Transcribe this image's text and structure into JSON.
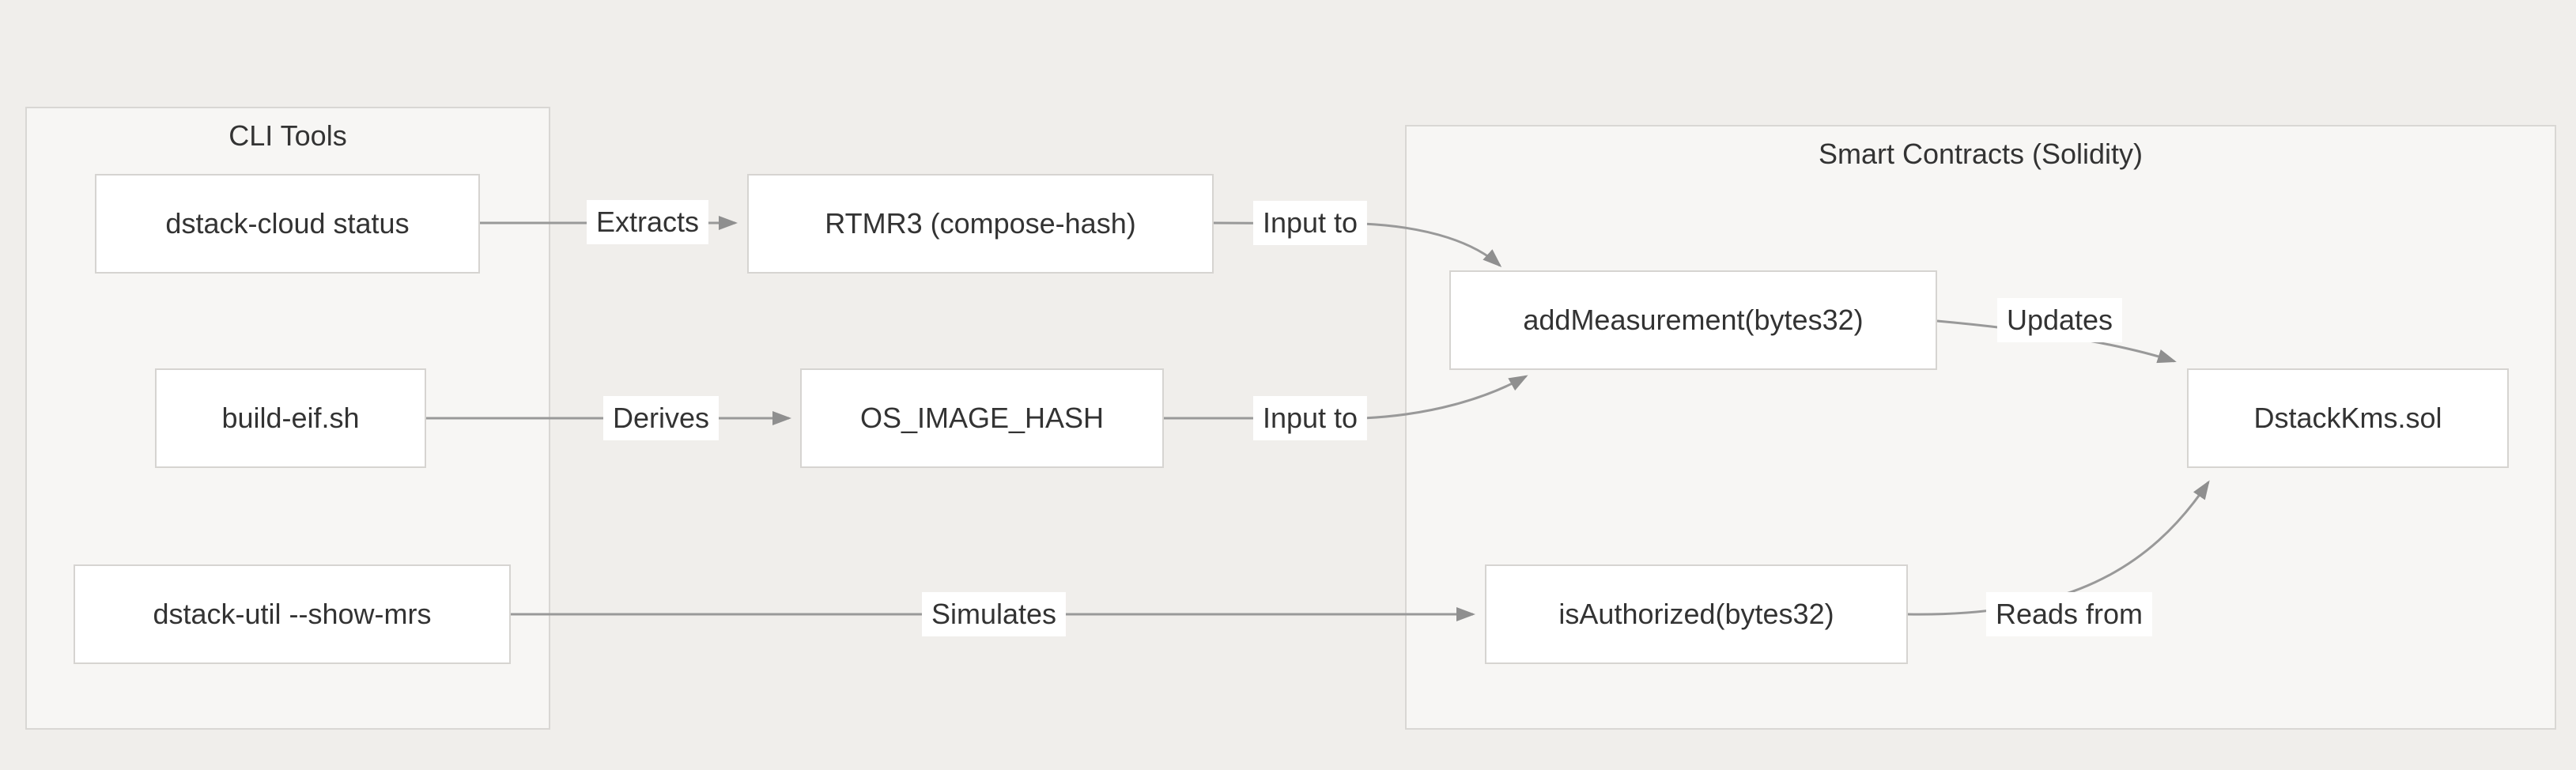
{
  "diagram": {
    "type": "flowchart",
    "direction": "left-to-right",
    "groups": [
      {
        "title": "CLI Tools"
      },
      {
        "title": "Smart Contracts (Solidity)"
      }
    ],
    "nodes": [
      {
        "id": "dstack-cloud-status",
        "label": "dstack-cloud status",
        "group": "CLI Tools"
      },
      {
        "id": "rtmr3-compose-hash",
        "label": "RTMR3 (compose-hash)",
        "group": ""
      },
      {
        "id": "build-eif-sh",
        "label": "build-eif.sh",
        "group": "CLI Tools"
      },
      {
        "id": "os-image-hash",
        "label": "OS_IMAGE_HASH",
        "group": ""
      },
      {
        "id": "dstack-util-show-mrs",
        "label": "dstack-util --show-mrs",
        "group": "CLI Tools"
      },
      {
        "id": "add-measurement",
        "label": "addMeasurement(bytes32)",
        "group": "Smart Contracts (Solidity)"
      },
      {
        "id": "is-authorized",
        "label": "isAuthorized(bytes32)",
        "group": "Smart Contracts (Solidity)"
      },
      {
        "id": "dstack-kms-sol",
        "label": "DstackKms.sol",
        "group": "Smart Contracts (Solidity)"
      }
    ],
    "edges": [
      {
        "from": "dstack-cloud status",
        "to": "RTMR3 (compose-hash)",
        "label": "Extracts"
      },
      {
        "from": "RTMR3 (compose-hash)",
        "to": "addMeasurement(bytes32)",
        "label": "Input to"
      },
      {
        "from": "build-eif.sh",
        "to": "OS_IMAGE_HASH",
        "label": "Derives"
      },
      {
        "from": "OS_IMAGE_HASH",
        "to": "addMeasurement(bytes32)",
        "label": "Input to"
      },
      {
        "from": "dstack-util --show-mrs",
        "to": "isAuthorized(bytes32)",
        "label": "Simulates"
      },
      {
        "from": "addMeasurement(bytes32)",
        "to": "DstackKms.sol",
        "label": "Updates"
      },
      {
        "from": "isAuthorized(bytes32)",
        "to": "DstackKms.sol",
        "label": "Reads from"
      }
    ],
    "colors": {
      "page_background": "#f0eeeb",
      "group_fill": "#f7f6f4",
      "group_border": "#d9d7d4",
      "node_fill": "#ffffff",
      "node_border": "#d6d4d1",
      "edge": "#999999",
      "arrowhead": "#8f8f8f",
      "text": "#333333",
      "edge_label_background": "#ffffff"
    }
  }
}
